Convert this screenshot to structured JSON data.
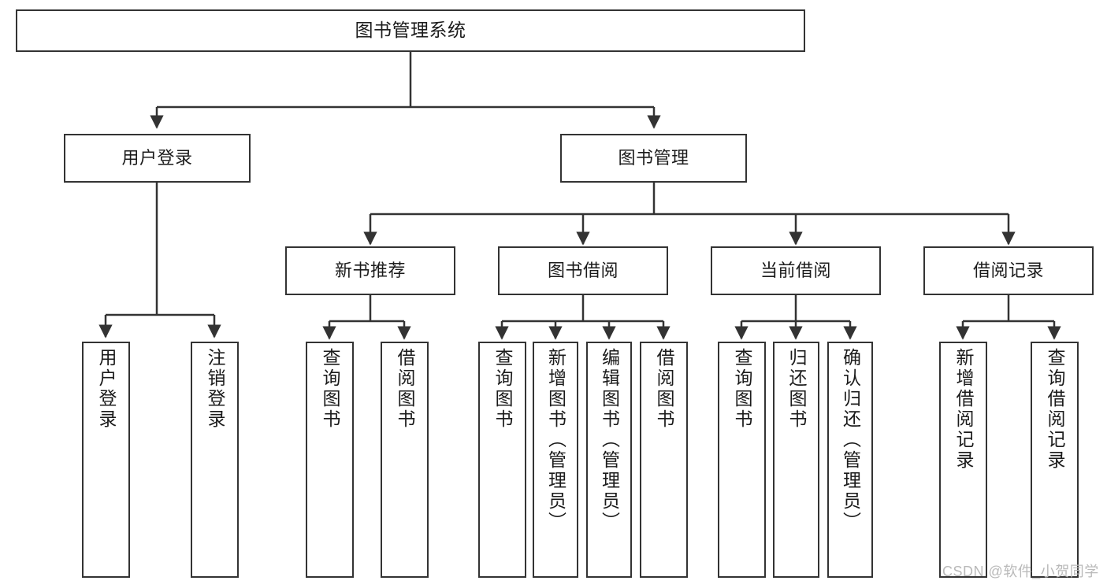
{
  "diagram": {
    "title": "图书管理系统",
    "type": "hierarchy-tree",
    "levels": 4,
    "nodes": {
      "root": {
        "label": "图书管理系统"
      },
      "level2": [
        {
          "label": "用户登录"
        },
        {
          "label": "图书管理"
        }
      ],
      "level3": [
        {
          "label": "新书推荐"
        },
        {
          "label": "图书借阅"
        },
        {
          "label": "当前借阅"
        },
        {
          "label": "借阅记录"
        }
      ],
      "leaves": {
        "user_login": [
          {
            "label": "用户登录"
          },
          {
            "label": "注销登录"
          }
        ],
        "new_book_recommend": [
          {
            "label": "查询图书"
          },
          {
            "label": "借阅图书"
          }
        ],
        "book_borrow": [
          {
            "label": "查询图书"
          },
          {
            "label": "新增图书（管理员）"
          },
          {
            "label": "编辑图书（管理员）"
          },
          {
            "label": "借阅图书"
          }
        ],
        "current_borrow": [
          {
            "label": "查询图书"
          },
          {
            "label": "归还图书"
          },
          {
            "label": "确认归还（管理员）"
          }
        ],
        "borrow_record": [
          {
            "label": "新增借阅记录"
          },
          {
            "label": "查询借阅记录"
          }
        ]
      }
    },
    "colors": {
      "border": "#333333",
      "background": "#ffffff",
      "text": "#1b1b1b",
      "edge": "#333333",
      "watermark": "#b9b9b9"
    }
  },
  "watermark": {
    "text": "CSDN @软件_小贺同学"
  }
}
